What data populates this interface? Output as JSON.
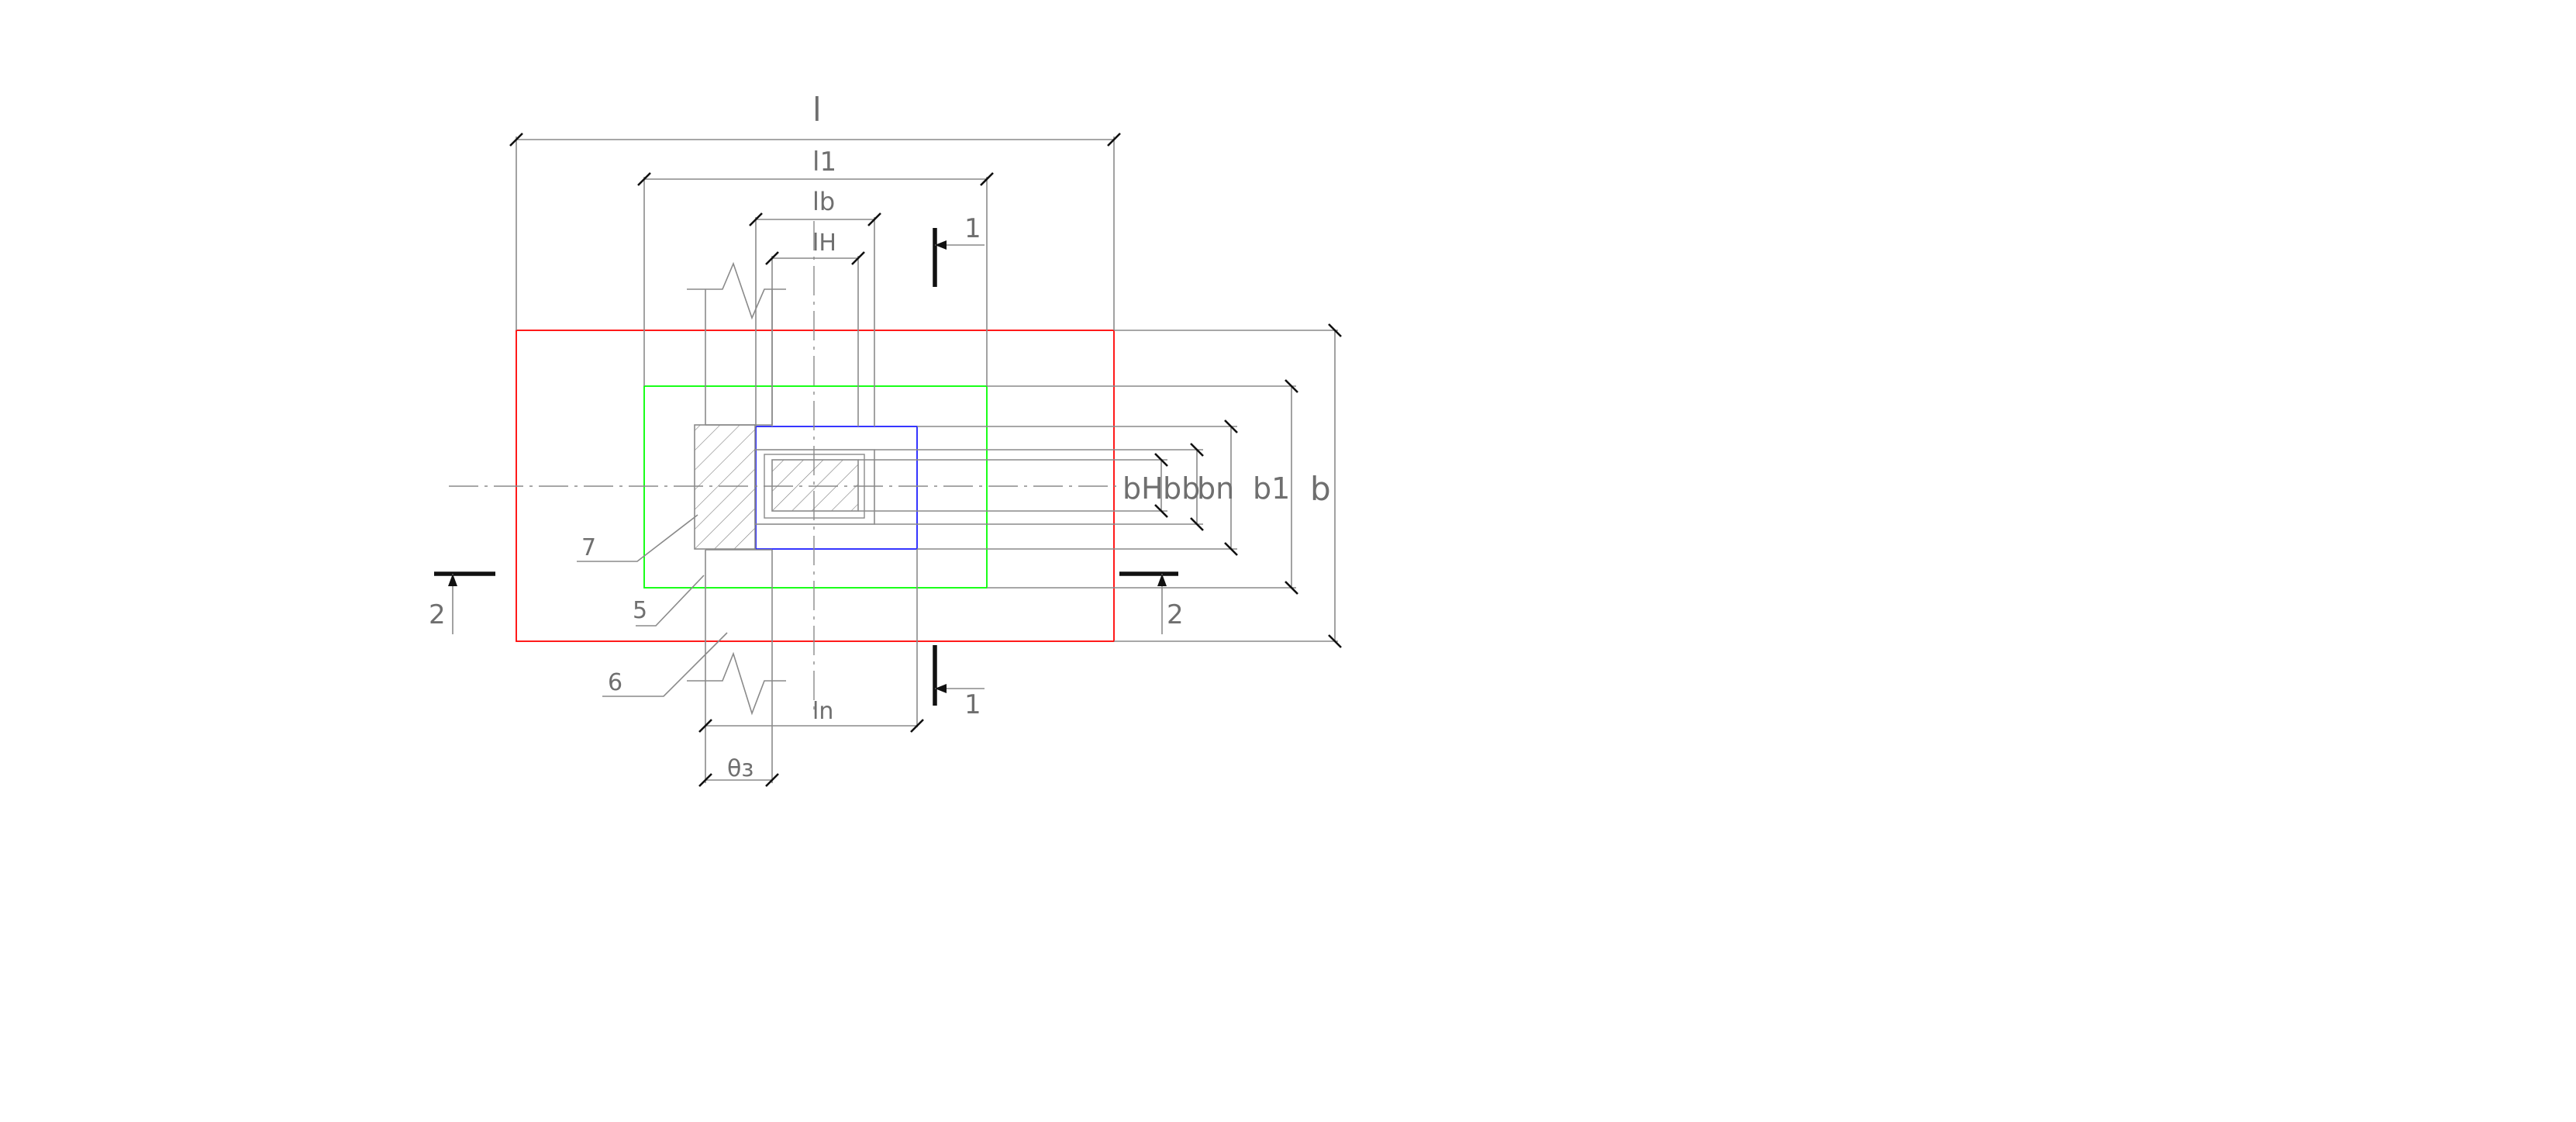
{
  "drawing": {
    "dimension_labels": {
      "l": "l",
      "l1": "l1",
      "lb": "lb",
      "lh": "lH",
      "ln": "ln",
      "b": "b",
      "b1": "b1",
      "bn": "bn",
      "bb": "bb",
      "bh": "bH",
      "bz": "θз"
    },
    "section_marks": {
      "one_top": "1",
      "one_bottom": "1",
      "two_left": "2",
      "two_right": "2"
    },
    "callouts": {
      "seven": "7",
      "five": "5",
      "six": "6"
    },
    "colors": {
      "outline": "#ff0000",
      "middle_frame": "#00ff00",
      "inner_frame": "#2020ff",
      "linework": "#8a8a8a",
      "section_marks": "#111111"
    }
  }
}
